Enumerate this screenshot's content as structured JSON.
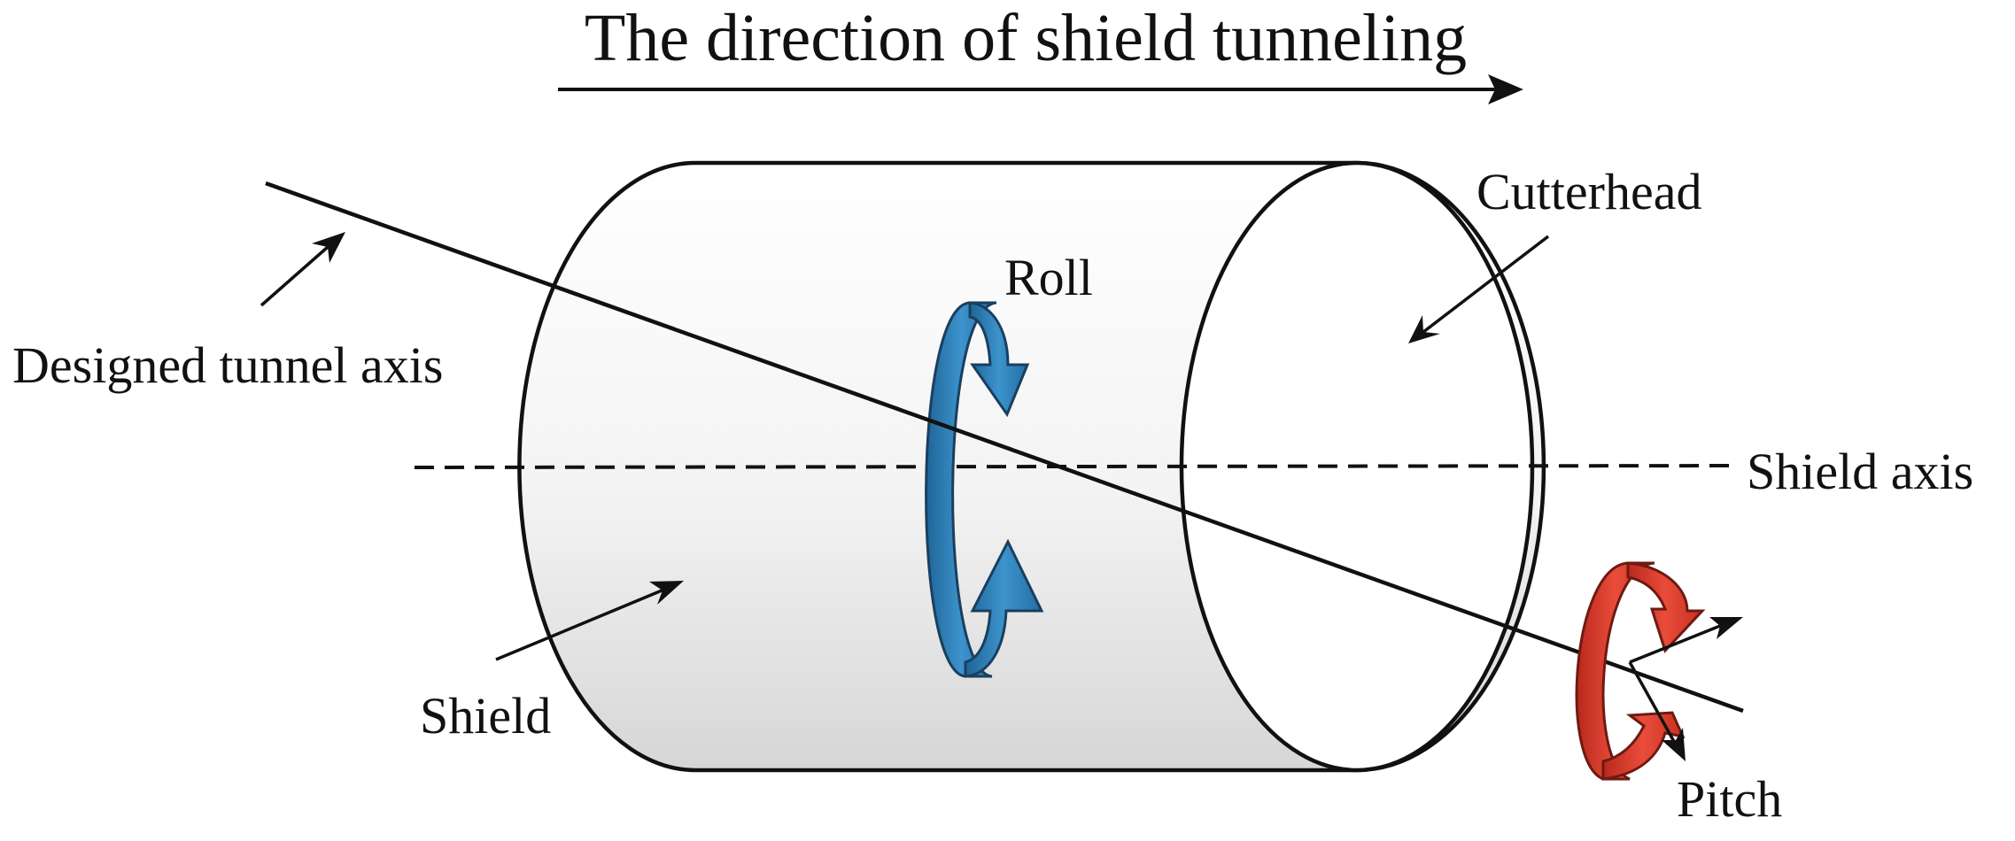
{
  "title": "The direction of shield tunneling",
  "labels": {
    "designed_tunnel_axis": "Designed tunnel axis",
    "shield": "Shield",
    "roll": "Roll",
    "cutterhead": "Cutterhead",
    "shield_axis": "Shield axis",
    "pitch": "Pitch"
  },
  "colors": {
    "roll_arrow": "#2e7fb8",
    "pitch_arrow": "#d93a2b",
    "outline": "#111111"
  }
}
